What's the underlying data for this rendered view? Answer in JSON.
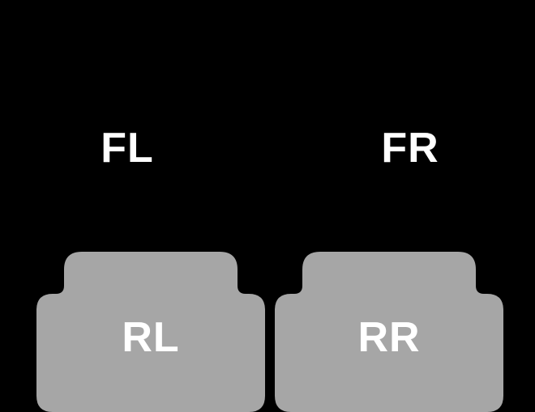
{
  "diagram": {
    "labels": {
      "front_left": "FL",
      "front_right": "FR",
      "rear_left": "RL",
      "rear_right": "RR"
    },
    "colors": {
      "background": "#000000",
      "rear_mat": "#a6a6a6",
      "text": "#ffffff"
    }
  }
}
